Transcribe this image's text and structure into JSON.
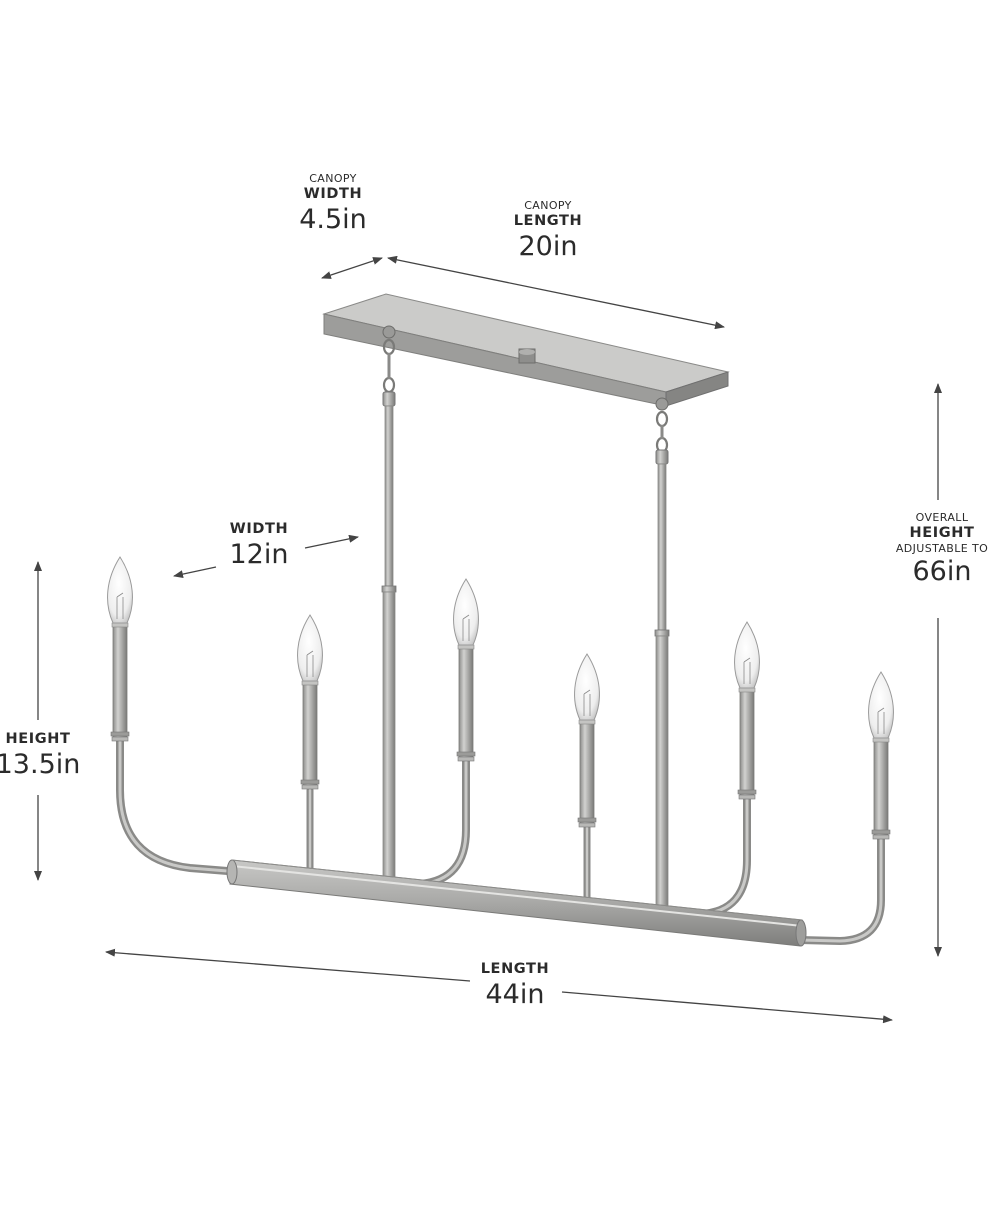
{
  "dimensions": {
    "canopy_width": {
      "label_small": "CANOPY",
      "label": "WIDTH",
      "value": "4.5in"
    },
    "canopy_length": {
      "label_small": "CANOPY",
      "label": "LENGTH",
      "value": "20in"
    },
    "width": {
      "label": "WIDTH",
      "value": "12in"
    },
    "height": {
      "label": "HEIGHT",
      "value": "13.5in"
    },
    "overall_height": {
      "label_small": "OVERALL",
      "label": "HEIGHT",
      "label_small2": "ADJUSTABLE TO",
      "value": "66in"
    },
    "length": {
      "label": "LENGTH",
      "value": "44in"
    }
  },
  "colors": {
    "metal": "#a4a4a2",
    "metal_dark": "#7d7d7b",
    "metal_light": "#cfcfcd",
    "arrow": "#444444"
  },
  "product": {
    "type": "linear-chandelier",
    "lights": 6
  }
}
